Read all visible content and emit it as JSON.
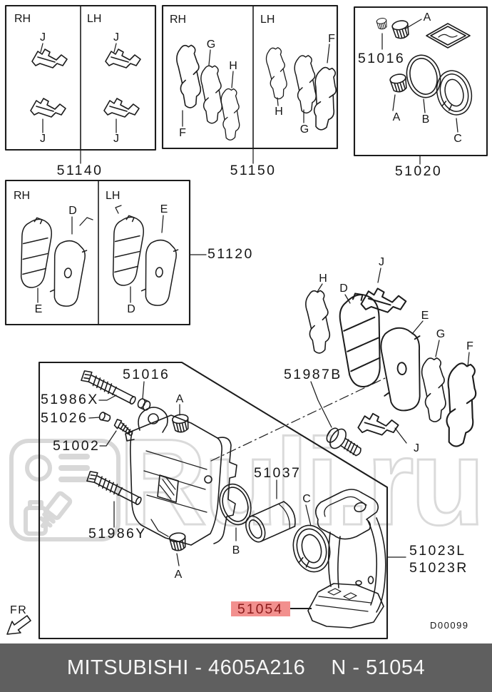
{
  "footer": {
    "left": "MITSUBISHI - 4605A216",
    "right": "N - 51054"
  },
  "watermark": {
    "text": "Ruli.ru"
  },
  "doc_code": "D00099",
  "direction": {
    "label": "FR"
  },
  "colors": {
    "highlight_bg": "#f2908e",
    "highlight_text": "#8a1a1a",
    "footer_bg": "#5f5f5f",
    "line": "#1c1c1c"
  },
  "kits": {
    "clip_kit": {
      "number": "51140",
      "rh": "RH",
      "lh": "LH",
      "j_rh_top": "J",
      "j_rh_bottom": "J",
      "j_lh_top": "J",
      "j_lh_bottom": "J"
    },
    "shim_kit": {
      "number": "51150",
      "rh": "RH",
      "lh": "LH",
      "f_rh": "F",
      "g_rh": "G",
      "h_rh": "H",
      "h_lh": "H",
      "g_lh": "G",
      "f_lh": "F"
    },
    "seal_kit": {
      "number": "51020",
      "cap_part": "51016",
      "a_top": "A",
      "a_bottom": "A",
      "b": "B",
      "c": "C"
    },
    "pad_kit": {
      "number": "51120",
      "rh": "RH",
      "lh": "LH",
      "d_rh": "D",
      "e_rh": "E",
      "e_lh": "E",
      "d_lh": "D"
    }
  },
  "exploded": {
    "number": "51987B",
    "h": "H",
    "d": "D",
    "j_top": "J",
    "e": "E",
    "g": "G",
    "f": "F",
    "j_bottom": "J"
  },
  "assembly": {
    "bushing": "51016",
    "pin_upper": "51986X",
    "cap_bleeder": "51026",
    "bleeder": "51002",
    "pin_lower": "51986Y",
    "piston": "51037",
    "a_top": "A",
    "a_bottom": "A",
    "b": "B",
    "c": "C",
    "bracket_l": "51023L",
    "bracket_r": "51023R",
    "selected": "51054"
  }
}
